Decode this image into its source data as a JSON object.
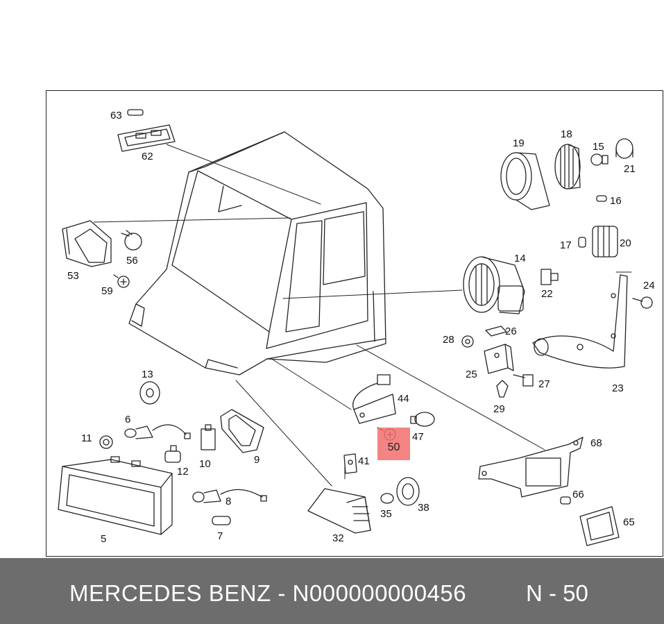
{
  "diagram": {
    "labels": {
      "p5": "5",
      "p6": "6",
      "p7": "7",
      "p8": "8",
      "p9": "9",
      "p10": "10",
      "p11": "11",
      "p12": "12",
      "p13": "13",
      "p14": "14",
      "p15": "15",
      "p16": "16",
      "p17": "17",
      "p18": "18",
      "p19": "19",
      "p20": "20",
      "p21": "21",
      "p22": "22",
      "p23": "23",
      "p24": "24",
      "p25": "25",
      "p26": "26",
      "p27": "27",
      "p28": "28",
      "p29": "29",
      "p32": "32",
      "p35": "35",
      "p38": "38",
      "p41": "41",
      "p44": "44",
      "p47": "47",
      "p53": "53",
      "p56": "56",
      "p59": "59",
      "p62": "62",
      "p63": "63",
      "p65": "65",
      "p66": "66",
      "p68": "68"
    },
    "highlighted_part": "50",
    "highlight_color": "#f26f6f"
  },
  "footer": {
    "brand_and_part": "MERCEDES BENZ - N000000000456",
    "position": "N - 50",
    "background": "#6d6d6d"
  }
}
